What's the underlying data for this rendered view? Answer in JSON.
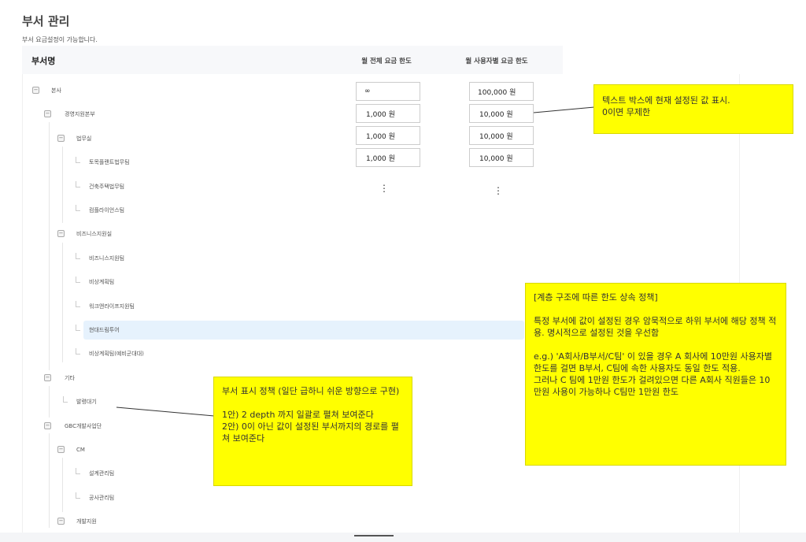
{
  "page": {
    "title": "부서 관리",
    "subtitle": "부서 요금설정이 가능합니다."
  },
  "table": {
    "col_name": "부서명",
    "col_total": "월 전체 요금 한도",
    "col_user": "월 사용자별 요금 한도",
    "rows": [
      {
        "label": "본사",
        "level": 0,
        "toggle": true
      },
      {
        "label": "경영지원본부",
        "level": 1,
        "toggle": true
      },
      {
        "label": "법무실",
        "level": 2,
        "toggle": true
      },
      {
        "label": "토목플랜트법무팀",
        "level": 3,
        "toggle": false
      },
      {
        "label": "건축주택법무팀",
        "level": 3,
        "toggle": false
      },
      {
        "label": "컴플라이언스팀",
        "level": 3,
        "toggle": false
      },
      {
        "label": "비즈니스지원실",
        "level": 2,
        "toggle": true
      },
      {
        "label": "비즈니스지원팀",
        "level": 3,
        "toggle": false
      },
      {
        "label": "비상계획팀",
        "level": 3,
        "toggle": false
      },
      {
        "label": "워크앤라이프지원팀",
        "level": 3,
        "toggle": false
      },
      {
        "label": "현대드림투어",
        "level": 3,
        "toggle": false,
        "selected": true
      },
      {
        "label": "비상계획팀(예비군대대)",
        "level": 3,
        "toggle": false
      },
      {
        "label": "기타",
        "level": 1,
        "toggle": true
      },
      {
        "label": "발령대기",
        "level": 2,
        "toggle": false
      },
      {
        "label": "GBC개발사업단",
        "level": 1,
        "toggle": true
      },
      {
        "label": "CM",
        "level": 2,
        "toggle": true
      },
      {
        "label": "설계관리팀",
        "level": 3,
        "toggle": false
      },
      {
        "label": "공사관리팀",
        "level": 3,
        "toggle": false
      },
      {
        "label": "개발지원",
        "level": 2,
        "toggle": true
      }
    ],
    "toggle_symbol": "−",
    "limits": [
      {
        "total": "∞",
        "user": "100,000 원"
      },
      {
        "total": "1,000 원",
        "user": "10,000 원"
      },
      {
        "total": "1,000 원",
        "user": "10,000 원"
      },
      {
        "total": "1,000 원",
        "user": "10,000 원"
      }
    ],
    "ellipsis": "⋮"
  },
  "notes": {
    "textbox": "텍스트 박스에 현재 설정된 값 표시.\n0이면 무제한",
    "inherit": "[계층 구조에 따른 한도 상속 정책]\n\n특정 부서에 값이 설정된 경우 암묵적으로 하위 부서에 해당 정책 적용. 명시적으로 설정된 것을 우선함\n\ne.g.) 'A회사/B부서/C팀' 이 있을 경우 A 회사에 10만원 사용자별 한도를 걸면 B부서, C팀에 속한 사용자도 동일 한도 적용.\n그러나 C 팀에 1만원 한도가 걸려있으면 다른 A회사 직원들은 10만원 사용이 가능하나 C팀만 1만원 한도",
    "display": "부서 표시 정책 (일단 급하니 쉬운 방향으로 구현)\n\n1안) 2 depth 까지 일괄로 펼쳐 보여준다\n2안) 0이 아닌 값이 설정된 부서까지의 경로를 펼쳐 보여준다"
  }
}
